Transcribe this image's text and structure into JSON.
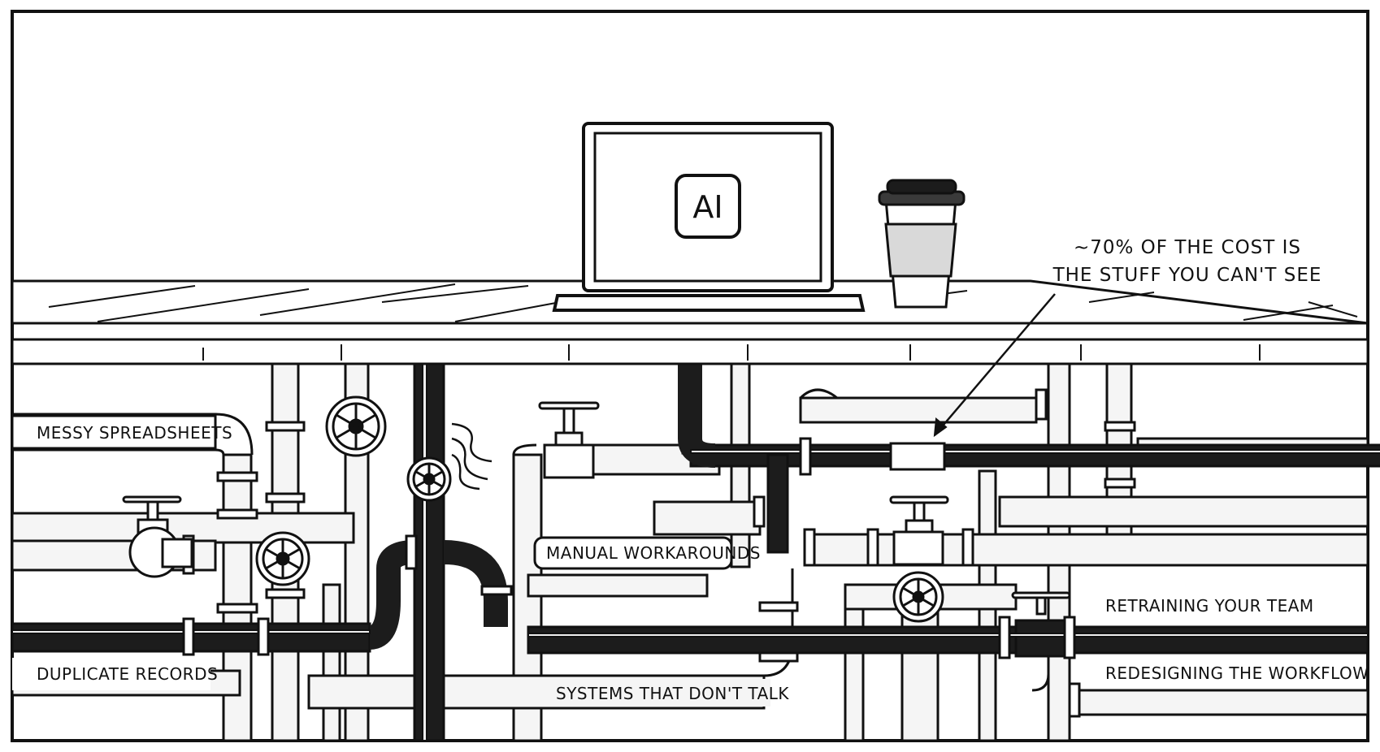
{
  "laptop": {
    "screen_label": "AI"
  },
  "callout": {
    "line1": "~70% OF THE COST IS",
    "line2": "THE STUFF YOU CAN'T SEE"
  },
  "labels": {
    "messy_spreadsheets": "MESSY SPREADSHEETS",
    "manual_workarounds": "MANUAL WORKAROUNDS",
    "duplicate_records": "DUPLICATE RECORDS",
    "systems_dont_talk": "SYSTEMS THAT DON'T TALK",
    "retraining_team": "RETRAINING YOUR TEAM",
    "redesigning_workflow": "REDESIGNING THE WORKFLOW"
  },
  "colors": {
    "ink": "#111111",
    "paper": "#ffffff",
    "pipe_light": "#f4f4f4",
    "pipe_dark": "#1a1a1a"
  }
}
